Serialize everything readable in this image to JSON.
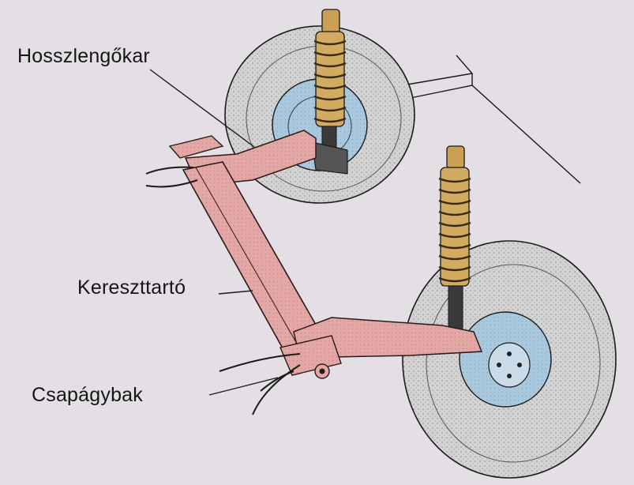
{
  "labels": {
    "trailing_arm": "Hosszlengőkar",
    "cross_member": "Kereszttartó",
    "bearing_bracket": "Csapágybak"
  },
  "colors": {
    "background": "#e3dfe4",
    "frame_pink": "#e3a7a6",
    "frame_outline": "#2a1a1a",
    "spring_orange": "#c9a054",
    "tire_gray": "#cfcfcf",
    "hub_blue": "#a9c8de",
    "line": "#1a1a1a"
  }
}
